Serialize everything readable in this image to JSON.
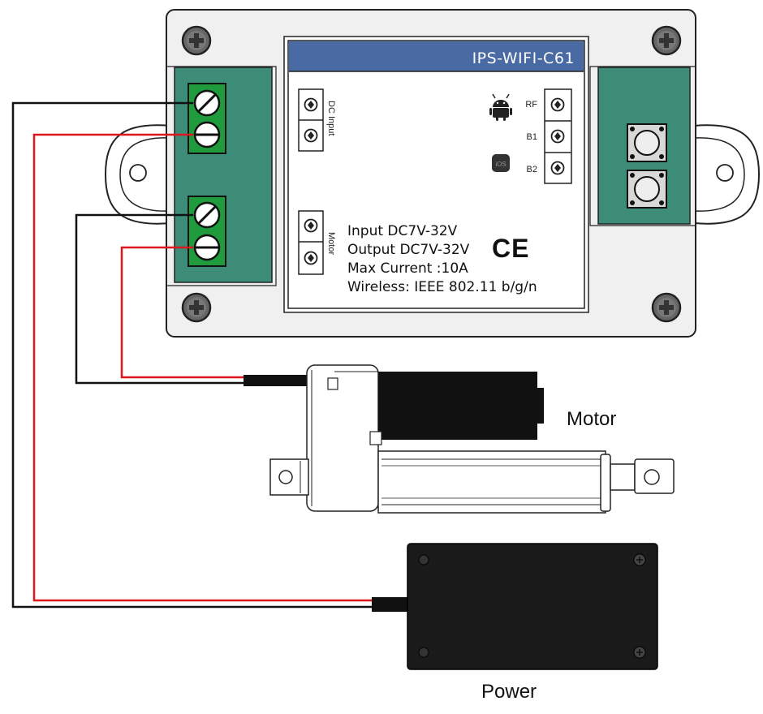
{
  "controller": {
    "model_label": "IPS-WIFI-C61",
    "dc_input_label": "DC Input",
    "motor_label": "Motor",
    "rf_label": "RF",
    "b1_label": "B1",
    "b2_label": "B2",
    "ios_label": "iOS",
    "spec_input": "Input DC7V-32V",
    "spec_output": "Output DC7V-32V",
    "spec_current": "Max Current :10A",
    "spec_wireless": "Wireless: IEEE 802.11 b/g/n",
    "ce_mark": "CE",
    "colors": {
      "header_blue": "#4a6aa3",
      "terminal_panel": "#3c8c78",
      "terminal_block": "#1f9a3c",
      "housing": "#f0f0f0"
    }
  },
  "motor": {
    "caption": "Motor"
  },
  "power": {
    "caption": "Power"
  },
  "wires": {
    "colors": {
      "positive": "#e0161f",
      "negative": "#111111"
    }
  }
}
